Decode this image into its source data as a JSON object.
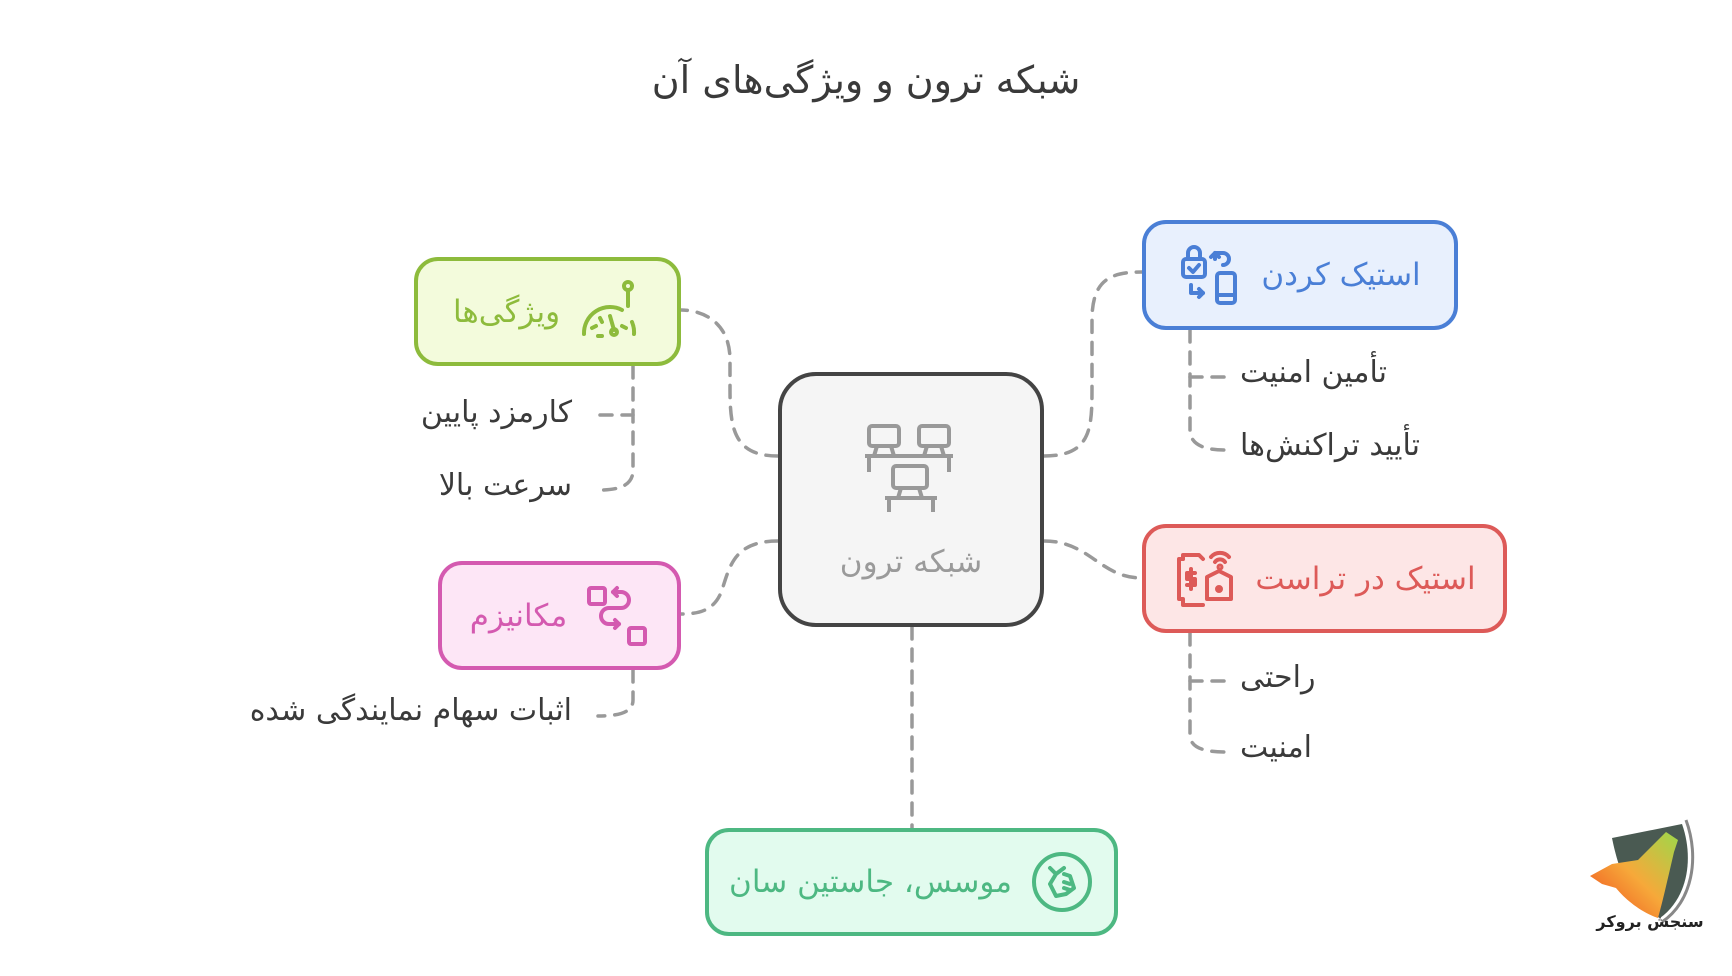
{
  "title": "شبکه ترون و ویژگی‌های آن",
  "center": {
    "label": "شبکه ترون",
    "icon": "network-computers-icon",
    "color": "#444444",
    "fill": "#f5f5f5"
  },
  "branches": [
    {
      "id": "features",
      "label": "ویژگی‌ها",
      "icon": "speedometer-icon",
      "color": "#8dbb3c",
      "fill": "#f3fbdc",
      "children": [
        "کارمزد پایین",
        "سرعت بالا"
      ]
    },
    {
      "id": "staking",
      "label": "استیک کردن",
      "icon": "secure-transfer-phone-icon",
      "color": "#4a7fd6",
      "fill": "#e8f0fd",
      "children": [
        "تأمین امنیت",
        "تأیید تراکنش‌ها"
      ]
    },
    {
      "id": "trust-staking",
      "label": "استیک در تراست",
      "icon": "wallet-dollar-shield-icon",
      "color": "#dd5a58",
      "fill": "#fde6e6",
      "children": [
        "راحتی",
        "امنیت"
      ]
    },
    {
      "id": "mechanism",
      "label": "مکانیزم",
      "icon": "exchange-squares-icon",
      "color": "#d45ab0",
      "fill": "#fde6f6",
      "children": [
        "اثبات سهام نمایندگی شده"
      ]
    },
    {
      "id": "founders",
      "label": "موسس، جاستین سان",
      "icon": "founder-badge-icon",
      "color": "#4db882",
      "fill": "#e2fbee",
      "children": []
    }
  ],
  "watermark": {
    "text": "سنجش بروکر"
  }
}
